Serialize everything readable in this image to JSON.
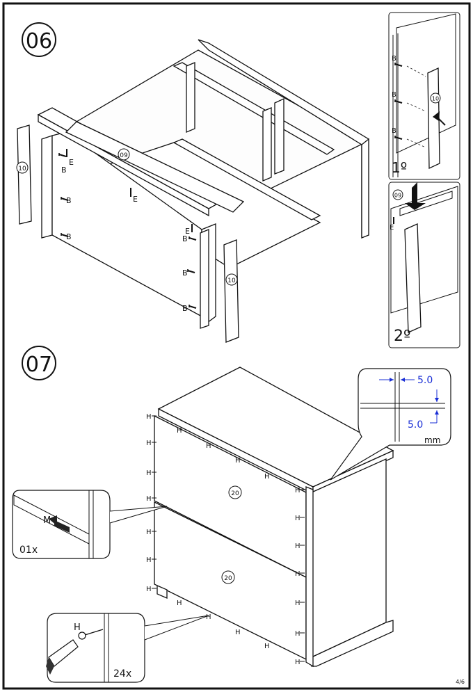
{
  "steps": {
    "s06": "06",
    "s07": "07"
  },
  "parts": {
    "p09": "09",
    "p10": "10",
    "p20": "20"
  },
  "hardware": {
    "B": "B",
    "E": "E",
    "H": "H",
    "M": "M"
  },
  "sequence": {
    "first": "1º",
    "second": "2º"
  },
  "quantities": {
    "q01": "01x",
    "q24": "24x"
  },
  "dimensions": {
    "gap_a": "5.0",
    "gap_b": "5.0",
    "unit": "mm"
  },
  "page_number": "4/6"
}
